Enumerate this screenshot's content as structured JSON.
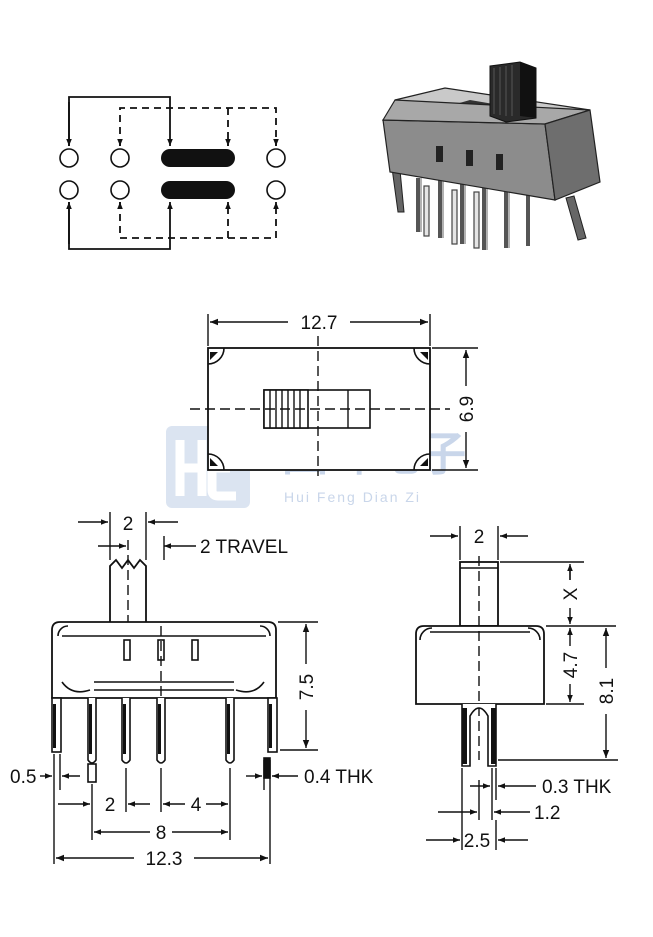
{
  "top_view": {
    "width": "12.7",
    "height": "6.9"
  },
  "front_view": {
    "actuator_width": "2",
    "travel": "2 TRAVEL",
    "height": "7.5",
    "pin_width": "0.5",
    "pin_thickness": "0.4 THK",
    "pitch_small": "2",
    "pitch_large": "4",
    "outer_pin_span": "8",
    "body_length": "12.3"
  },
  "side_view": {
    "actuator_width": "2",
    "actuator_height": "X",
    "body_height": "4.7",
    "total_height": "8.1",
    "pin_thickness": "0.3 THK",
    "pin_offset": "1.2",
    "pin_span": "2.5"
  },
  "watermark": {
    "logo": "HF",
    "chinese_name": "回峰电子",
    "pinyin_name": "Hui Feng Dian Zi"
  }
}
